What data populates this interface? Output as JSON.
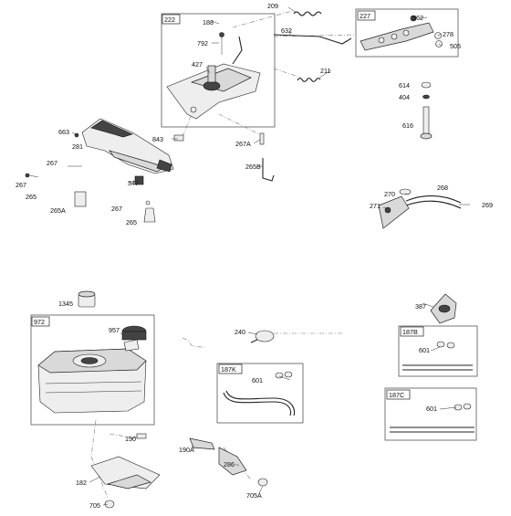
{
  "group_tags": {
    "g222": "222",
    "g227": "227",
    "g972": "972",
    "g187K": "187K",
    "g187B": "187B",
    "g187C": "187C"
  },
  "callouts": {
    "c209": "209",
    "c188": "188",
    "c792": "792",
    "c632": "632",
    "c562": "562",
    "c278": "278",
    "c505": "505",
    "c427": "427",
    "c211": "211",
    "c614": "614",
    "c404": "404",
    "c616": "616",
    "c663": "663",
    "c281": "281",
    "c843": "843",
    "c267A": "267A",
    "c267a": "267",
    "c267b": "267",
    "c265B": "265B",
    "c347": "347",
    "c267c": "267",
    "c265a": "265",
    "c265A": "265A",
    "c265b": "265",
    "c270": "270",
    "c268": "268",
    "c269": "269",
    "c271": "271",
    "c1345": "1345",
    "c387": "387",
    "c957": "957",
    "c240": "240",
    "c601K": "601",
    "c601B": "601",
    "c601C": "601",
    "c190": "190",
    "c190A": "190A",
    "c286": "286",
    "c182": "182",
    "c705": "705",
    "c705A": "705A"
  },
  "icons": [
    "throttle-control-bracket",
    "fuel-tank",
    "fuel-cap",
    "fuel-line",
    "clamp",
    "air-cleaner-base",
    "spring",
    "cable",
    "bolt",
    "nut"
  ]
}
